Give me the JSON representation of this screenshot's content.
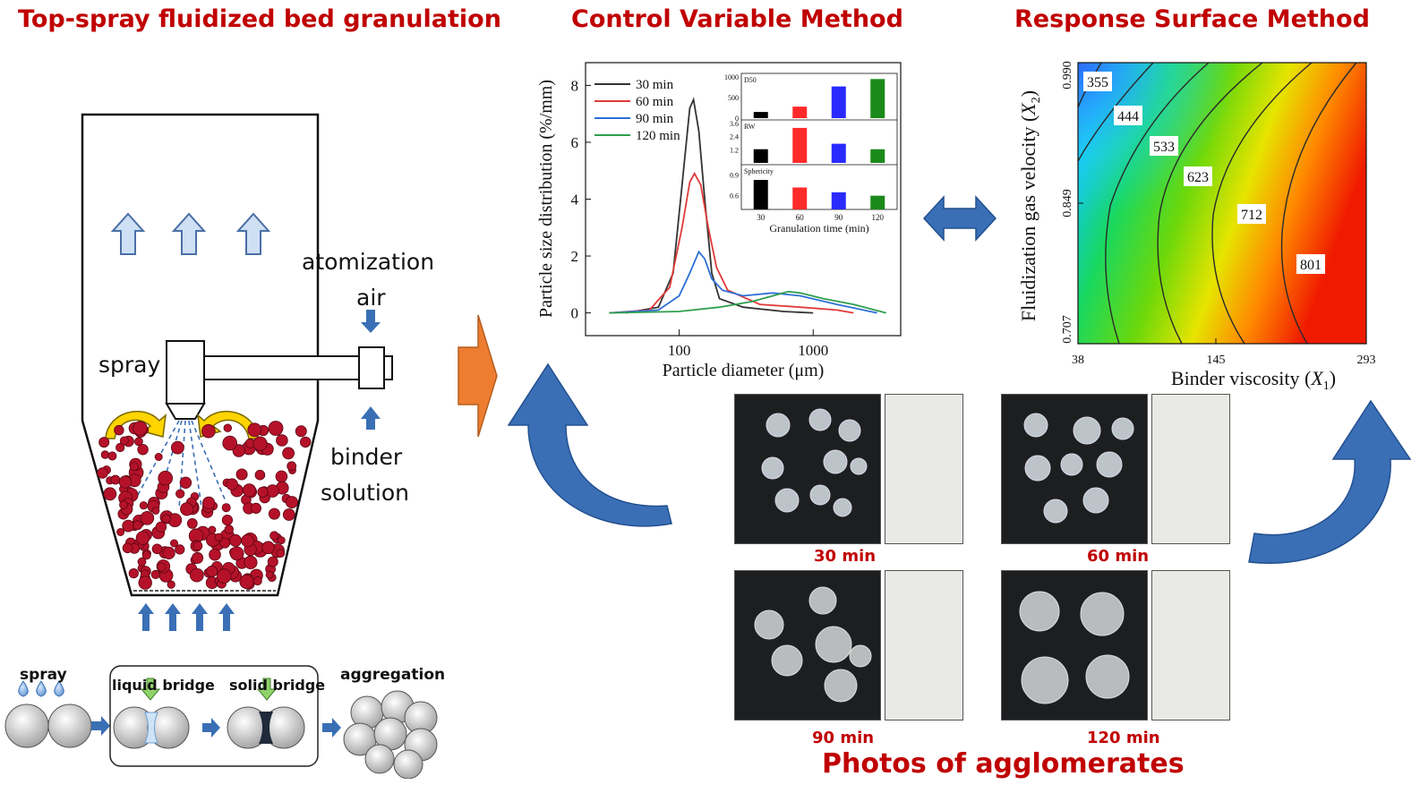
{
  "titles": {
    "left": "Top-spray fluidized bed granulation",
    "center": "Control Variable Method",
    "right": "Response Surface Method",
    "bottom": "Photos of agglomerates"
  },
  "granulator": {
    "atomization_line1": "atomization",
    "atomization_line2": "air",
    "binder_line1": "binder",
    "binder_line2": "solution",
    "spray": "spray"
  },
  "mechanism": {
    "spray": "spray",
    "liquid_bridge": "liquid bridge",
    "solid_bridge": "solid bridge",
    "aggregation": "aggregation"
  },
  "photos": {
    "captions": [
      "30 min",
      "60 min",
      "90 min",
      "120 min"
    ]
  },
  "colors": {
    "title_red": "#c00000",
    "particle_red": "#b5122a",
    "arrow_blue": "#3a6fb6",
    "arrow_orange": "#ed7d31"
  },
  "chart_data": [
    {
      "type": "line",
      "xlabel": "Particle diameter (μm)",
      "ylabel": "Particle size distribution (%/mm)",
      "x_scale": "log",
      "xticks": [
        "100",
        "1000"
      ],
      "ylim": [
        -0.8,
        8.8
      ],
      "yticks": [
        "0",
        "2",
        "4",
        "6",
        "8"
      ],
      "legend_position": "top-left",
      "series": [
        {
          "name": "30 min",
          "color": "#333333",
          "points": [
            [
              40,
              0
            ],
            [
              70,
              0.2
            ],
            [
              90,
              1.4
            ],
            [
              105,
              4.5
            ],
            [
              120,
              7.2
            ],
            [
              128,
              7.5
            ],
            [
              140,
              6.4
            ],
            [
              155,
              4.0
            ],
            [
              175,
              1.4
            ],
            [
              200,
              0.5
            ],
            [
              300,
              0.2
            ],
            [
              600,
              0.05
            ],
            [
              1000,
              0.0
            ]
          ]
        },
        {
          "name": "60 min",
          "color": "#e03a3a",
          "points": [
            [
              30,
              0
            ],
            [
              60,
              0.1
            ],
            [
              85,
              0.9
            ],
            [
              105,
              3.0
            ],
            [
              120,
              4.6
            ],
            [
              130,
              4.9
            ],
            [
              145,
              4.5
            ],
            [
              165,
              3.0
            ],
            [
              190,
              1.6
            ],
            [
              230,
              0.8
            ],
            [
              400,
              0.3
            ],
            [
              800,
              0.2
            ],
            [
              1500,
              0.1
            ],
            [
              2000,
              0.0
            ]
          ]
        },
        {
          "name": "90 min",
          "color": "#2e6fd6",
          "points": [
            [
              30,
              0
            ],
            [
              70,
              0.1
            ],
            [
              100,
              0.6
            ],
            [
              120,
              1.4
            ],
            [
              140,
              2.15
            ],
            [
              155,
              1.9
            ],
            [
              175,
              1.2
            ],
            [
              210,
              0.8
            ],
            [
              300,
              0.6
            ],
            [
              500,
              0.7
            ],
            [
              800,
              0.6
            ],
            [
              1500,
              0.3
            ],
            [
              3000,
              0.0
            ]
          ]
        },
        {
          "name": "120 min",
          "color": "#2e9e4e",
          "points": [
            [
              30,
              0
            ],
            [
              100,
              0.05
            ],
            [
              200,
              0.2
            ],
            [
              350,
              0.4
            ],
            [
              500,
              0.6
            ],
            [
              650,
              0.75
            ],
            [
              800,
              0.7
            ],
            [
              1200,
              0.5
            ],
            [
              2000,
              0.3
            ],
            [
              3500,
              0.0
            ]
          ]
        }
      ]
    },
    {
      "type": "bar",
      "xlabel": "Granulation time (min)",
      "categories": [
        "30",
        "60",
        "90",
        "120"
      ],
      "bar_colors": [
        "#000000",
        "#ff2a2a",
        "#2a2aff",
        "#1a8a1a"
      ],
      "panels": [
        {
          "name": "D50",
          "yticks": [
            "0",
            "500",
            "1000"
          ],
          "ylim": [
            0,
            1000
          ],
          "values": [
            150,
            280,
            770,
            950
          ]
        },
        {
          "name": "RW",
          "yticks": [
            "1.2",
            "2.4",
            "3.6"
          ],
          "ylim": [
            0,
            3.6
          ],
          "values": [
            1.25,
            3.2,
            1.75,
            1.25
          ]
        },
        {
          "name": "Sphericity",
          "yticks": [
            "0.6",
            "0.9"
          ],
          "ylim": [
            0.4,
            1.0
          ],
          "values": [
            0.83,
            0.72,
            0.65,
            0.6
          ]
        }
      ]
    },
    {
      "type": "heatmap",
      "xlabel": "Binder viscosity",
      "xlabel_var": "X",
      "xlabel_sub": "1",
      "ylabel": "Fluidization gas velocity",
      "ylabel_var": "X",
      "ylabel_sub": "2",
      "xticks": [
        "38",
        "145",
        "293"
      ],
      "yticks": [
        "0.707",
        "0.849",
        "0.990"
      ],
      "contour_labels": [
        "355",
        "444",
        "533",
        "623",
        "712",
        "801"
      ]
    }
  ]
}
